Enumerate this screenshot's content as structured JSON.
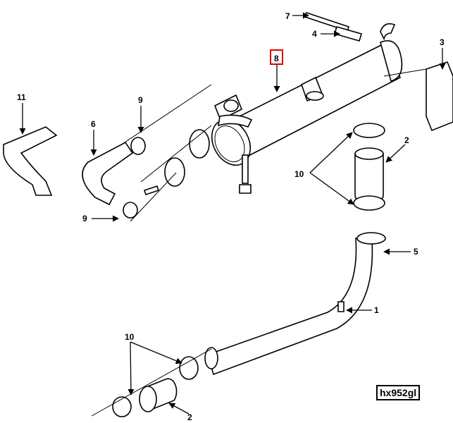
{
  "diagram": {
    "reference_code": "hx952gl",
    "highlighted_callout": "8",
    "highlight_color": "#dd0000",
    "callouts": {
      "c7": "7",
      "c4": "4",
      "c3": "3",
      "c8": "8",
      "c11": "11",
      "c9a": "9",
      "c6": "6",
      "c2a": "2",
      "c10a": "10",
      "c9b": "9",
      "c5": "5",
      "c1": "1",
      "c10b": "10",
      "c2b": "2"
    }
  }
}
